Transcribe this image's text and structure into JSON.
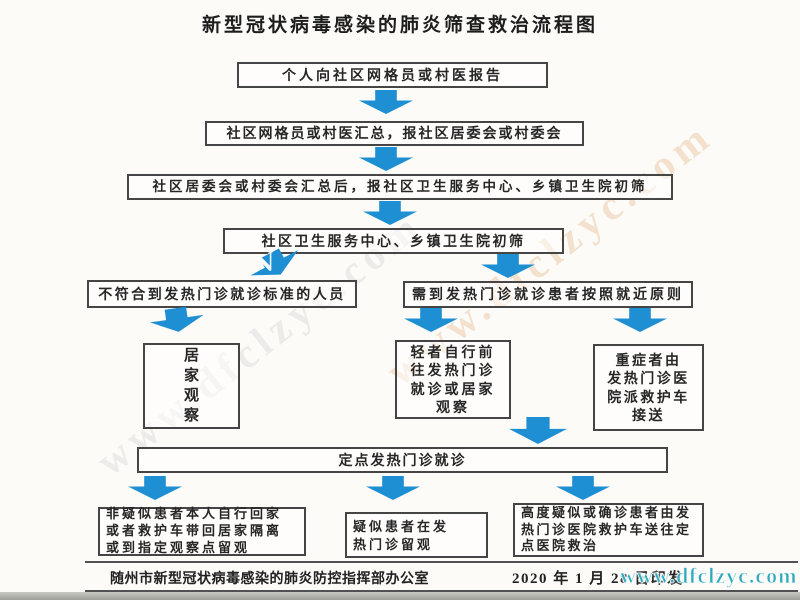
{
  "title": "新型冠状病毒感染的肺炎筛查救治流程图",
  "colors": {
    "arrow_blue": "#1e8fd2",
    "watermark_teal": "#2fa9bc",
    "watermark_tan": "#dfa76b"
  },
  "flow": {
    "step_report": "个人向社区网格员或村医报告",
    "step_grid_summary": "社区网格员或村医汇总，报社区居委会或村委会",
    "step_committee_summary": "社区居委会或村委会汇总后，报社区卫生服务中心、乡镇卫生院初筛",
    "step_screening": "社区卫生服务中心、乡镇卫生院初筛",
    "branch_not_meeting": "不符合到发热门诊就诊标准的人员",
    "branch_need_clinic": "需到发热门诊就诊患者按照就近原则",
    "home_observation": [
      "居",
      "家",
      "观",
      "察"
    ],
    "mild_case": [
      "轻者自行前",
      "往发热门诊",
      "就诊或居家",
      "观察"
    ],
    "severe_case": [
      "重症者由",
      "发热门诊医",
      "院派救护车",
      "接送"
    ],
    "designated_clinic": "定点发热门诊就诊",
    "outcome_non_suspected": [
      "非疑似患者本人自行回家",
      "或者救护车带回居家隔离",
      "或到指定观察点留观"
    ],
    "outcome_suspected": [
      "疑似患者在发",
      "热门诊留观"
    ],
    "outcome_confirmed": [
      "高度疑似或确诊患者由发",
      "热门诊医院救护车送往定",
      "点医院救治"
    ]
  },
  "footer": {
    "office": "随州市新型冠状病毒感染的肺炎防控指挥部办公室",
    "date": "2020 年 1 月 28 日印发"
  },
  "watermarks": {
    "diagonal": "www.dfclzyc.com",
    "corner": "www.dfclzyc.com",
    "overlay_letter": "V"
  }
}
